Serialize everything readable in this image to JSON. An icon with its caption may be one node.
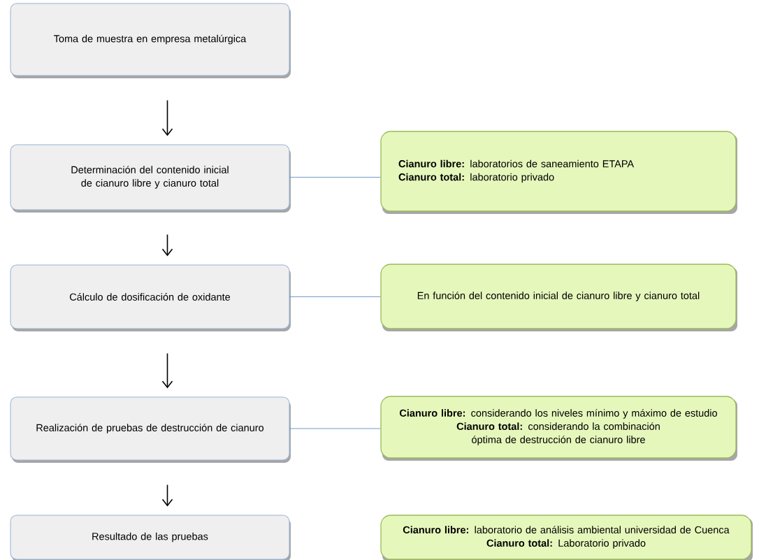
{
  "diagram": {
    "nodes": [
      {
        "text": [
          "Toma de muestra en empresa metalúrgica"
        ]
      },
      {
        "text": [
          "Determinación del contenido inicial de cianuro libre y cianuro total"
        ]
      },
      {
        "text": [
          "Cálculo de dosificación de oxidante"
        ]
      },
      {
        "text": [
          "Realización de pruebas de destrucción de cianuro"
        ]
      },
      {
        "text": [
          "Resultado de las pruebas"
        ]
      },
      {
        "text": [
          "**Cianuro libre:** laboratorios de saneamiento ETAPA",
          "**Cianuro total:** laboratorio privado"
        ]
      },
      {
        "text": [
          "En función del contenido inicial de cianuro libre y cianuro total"
        ]
      },
      {
        "text": [
          "**Cianuro libre:** considerando los niveles mínimo y máximo de estudio",
          "**Cianuro total:** considerando la combinación óptima de destrucción de cianuro libre"
        ]
      },
      {
        "text": [
          "**Cianuro libre:** laboratorio de análisis ambiental universidad de Cuenca",
          "**Cianuro total:** Laboratorio privado"
        ]
      }
    ],
    "edges": [
      {
        "from": 0,
        "to": 1,
        "arrow": "to"
      },
      {
        "from": 1,
        "to": 2,
        "arrow": "to"
      },
      {
        "from": 2,
        "to": 3,
        "arrow": "to"
      },
      {
        "from": 3,
        "to": 4,
        "arrow": "to"
      },
      {
        "from": 1,
        "to": 5,
        "arrow": "none",
        "color": "#4f81bd"
      },
      {
        "from": 2,
        "to": 6,
        "arrow": "none",
        "color": "#4f81bd"
      },
      {
        "from": 3,
        "to": 7,
        "arrow": "none",
        "color": "#4f81bd"
      }
    ]
  }
}
